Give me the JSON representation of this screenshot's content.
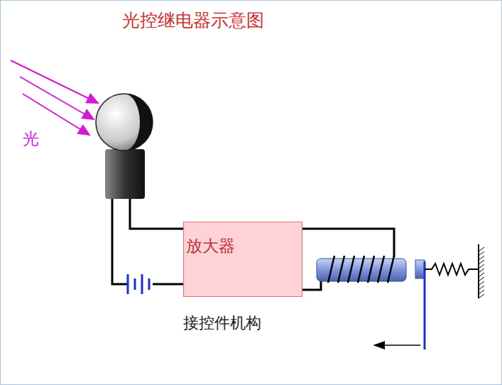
{
  "diagram": {
    "title": "光控继电器示意图",
    "nodes": [
      {
        "text": [
          "放大器"
        ]
      }
    ],
    "labels": [
      "光",
      "接控件机构"
    ]
  }
}
